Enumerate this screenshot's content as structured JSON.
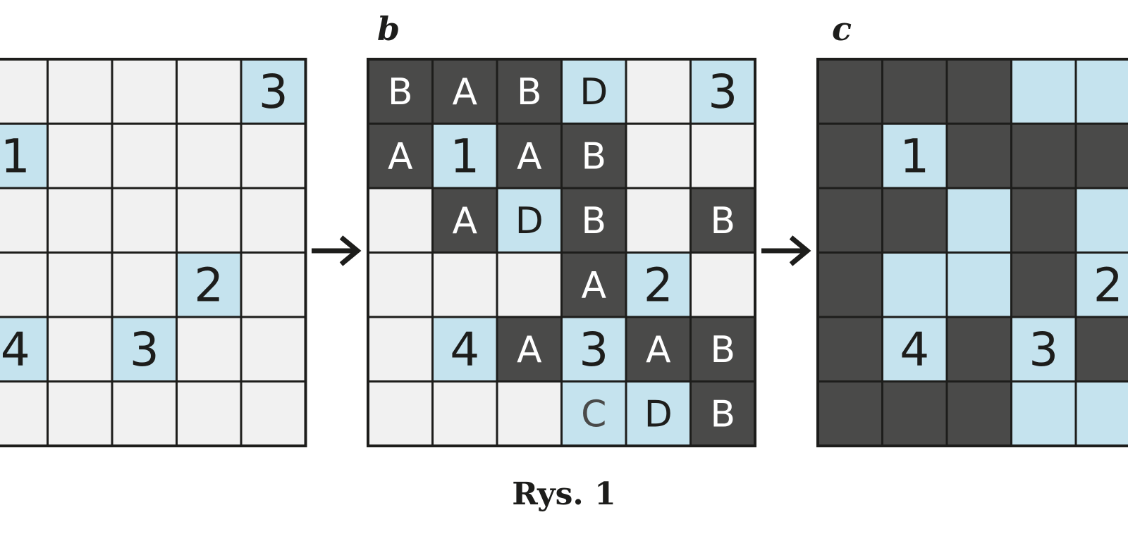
{
  "colors": {
    "empty": "#f1f1f1",
    "blue": "#c5e3ee",
    "dark": "#4a4a49",
    "line": "#1d1d1b",
    "text_dark": "#1d1d1b",
    "text_light": "#ffffff",
    "text_grey": "#4a4a49"
  },
  "panels": [
    {
      "letter": "",
      "grid": [
        [
          "",
          "",
          "",
          "",
          "3"
        ],
        [
          "1",
          "",
          "",
          "",
          ""
        ],
        [
          "",
          "",
          "",
          "",
          ""
        ],
        [
          "",
          "",
          "",
          "2",
          ""
        ],
        [
          "4",
          "",
          "3",
          "",
          ""
        ],
        [
          "",
          "",
          "",
          "",
          ""
        ]
      ],
      "fills": [
        [
          "e",
          "e",
          "e",
          "e",
          "b"
        ],
        [
          "b",
          "e",
          "e",
          "e",
          "e"
        ],
        [
          "e",
          "e",
          "e",
          "e",
          "e"
        ],
        [
          "e",
          "e",
          "e",
          "b",
          "e"
        ],
        [
          "b",
          "e",
          "b",
          "e",
          "e"
        ],
        [
          "e",
          "e",
          "e",
          "e",
          "e"
        ]
      ]
    },
    {
      "letter": "b",
      "grid": [
        [
          "B",
          "A",
          "B",
          "D",
          "",
          "3"
        ],
        [
          "A",
          "1",
          "A",
          "B",
          "",
          ""
        ],
        [
          "",
          "A",
          "D",
          "B",
          "",
          "B"
        ],
        [
          "",
          "",
          "",
          "A",
          "2",
          ""
        ],
        [
          "",
          "4",
          "A",
          "3",
          "A",
          "B"
        ],
        [
          "",
          "",
          "",
          "C",
          "D",
          "B"
        ]
      ],
      "fills": [
        [
          "d",
          "d",
          "d",
          "b",
          "e",
          "b"
        ],
        [
          "d",
          "b",
          "d",
          "d",
          "e",
          "e"
        ],
        [
          "e",
          "d",
          "b",
          "d",
          "e",
          "d"
        ],
        [
          "e",
          "e",
          "e",
          "d",
          "b",
          "e"
        ],
        [
          "e",
          "b",
          "d",
          "b",
          "d",
          "d"
        ],
        [
          "e",
          "e",
          "e",
          "b",
          "b",
          "d"
        ]
      ]
    },
    {
      "letter": "c",
      "grid": [
        [
          "",
          "",
          "",
          "",
          ""
        ],
        [
          "",
          "1",
          "",
          "",
          ""
        ],
        [
          "",
          "",
          "",
          "",
          ""
        ],
        [
          "",
          "",
          "",
          "",
          "2"
        ],
        [
          "",
          "4",
          "",
          "3",
          ""
        ],
        [
          "",
          "",
          "",
          "",
          ""
        ]
      ],
      "fills": [
        [
          "d",
          "d",
          "d",
          "b",
          "b"
        ],
        [
          "d",
          "b",
          "d",
          "d",
          "d"
        ],
        [
          "d",
          "d",
          "b",
          "d",
          "b"
        ],
        [
          "d",
          "b",
          "b",
          "d",
          "b"
        ],
        [
          "d",
          "b",
          "d",
          "b",
          "d"
        ],
        [
          "d",
          "d",
          "d",
          "b",
          "b"
        ]
      ]
    }
  ],
  "arrows": [
    "→",
    "→"
  ],
  "caption": "Rys. 1"
}
